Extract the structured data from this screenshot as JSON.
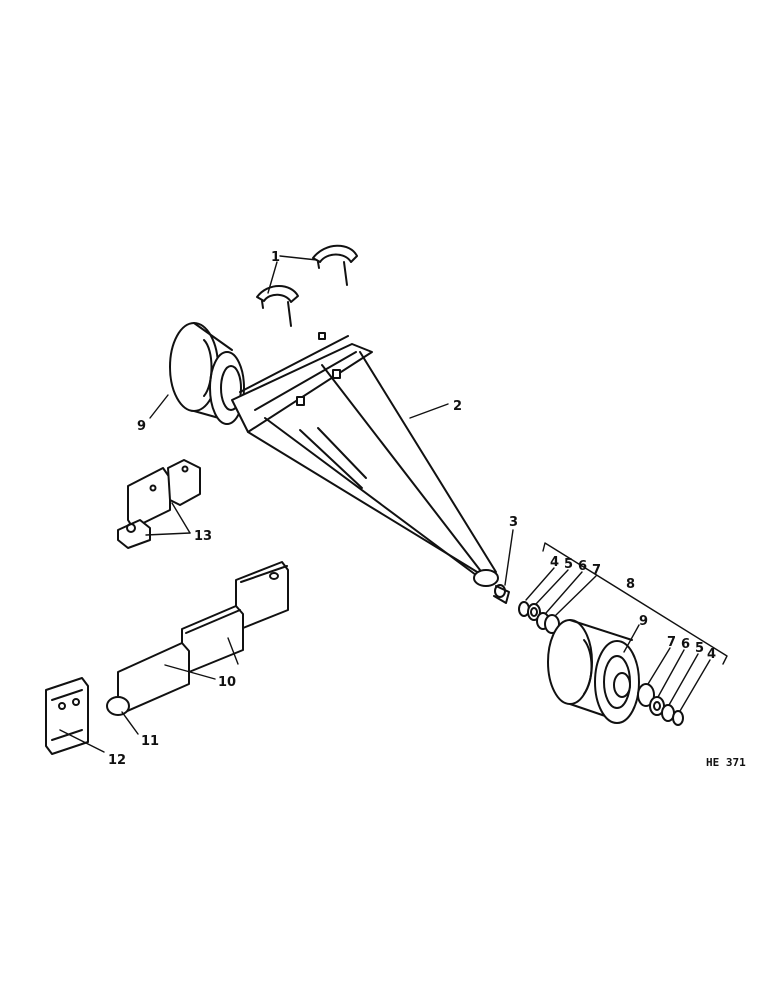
{
  "drawing_code": "HE 371",
  "callouts": {
    "c1": "1",
    "c2": "2",
    "c3": "3",
    "c4a": "4",
    "c5a": "5",
    "c6a": "6",
    "c7a": "7",
    "c8": "8",
    "c9a": "9",
    "c9b": "9",
    "c7b": "7",
    "c6b": "6",
    "c5b": "5",
    "c4b": "4",
    "c10": "10",
    "c11": "11",
    "c12": "12",
    "c13": "13"
  }
}
